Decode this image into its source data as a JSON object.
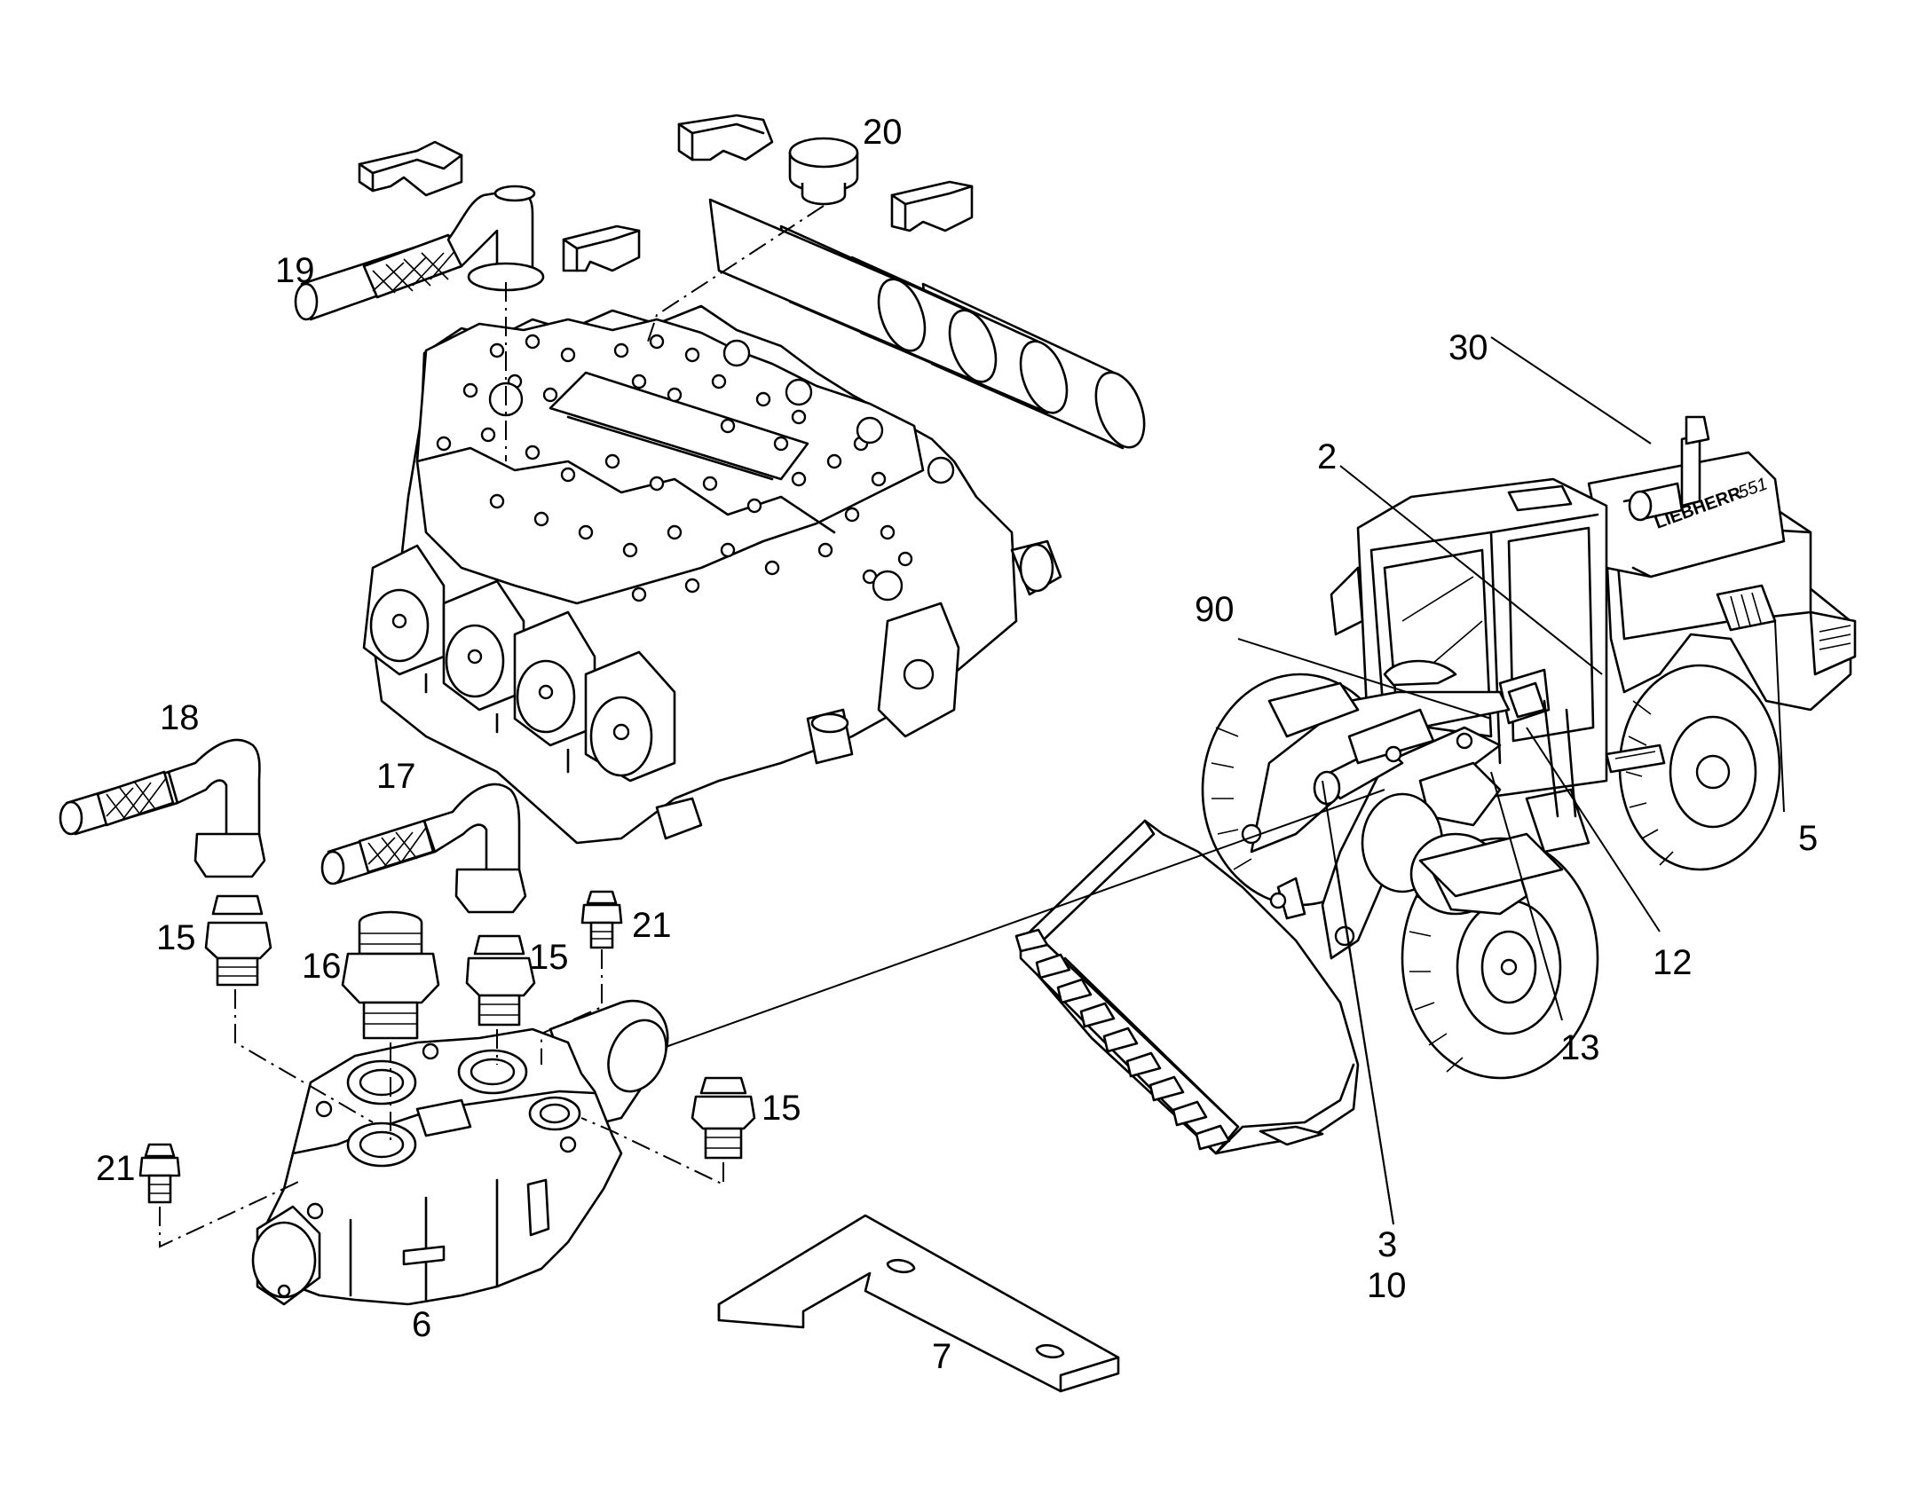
{
  "diagram": {
    "part_labels": {
      "p2": "2",
      "p3": "3",
      "p5": "5",
      "p6": "6",
      "p7": "7",
      "p10": "10",
      "p12": "12",
      "p13": "13",
      "p15a": "15",
      "p15b": "15",
      "p15c": "15",
      "p16": "16",
      "p17": "17",
      "p18": "18",
      "p19": "19",
      "p20": "20",
      "p21a": "21",
      "p21b": "21",
      "p30": "30",
      "p90": "90"
    },
    "machine_branding": {
      "brand": "LIEBHERR",
      "model": "551"
    }
  }
}
